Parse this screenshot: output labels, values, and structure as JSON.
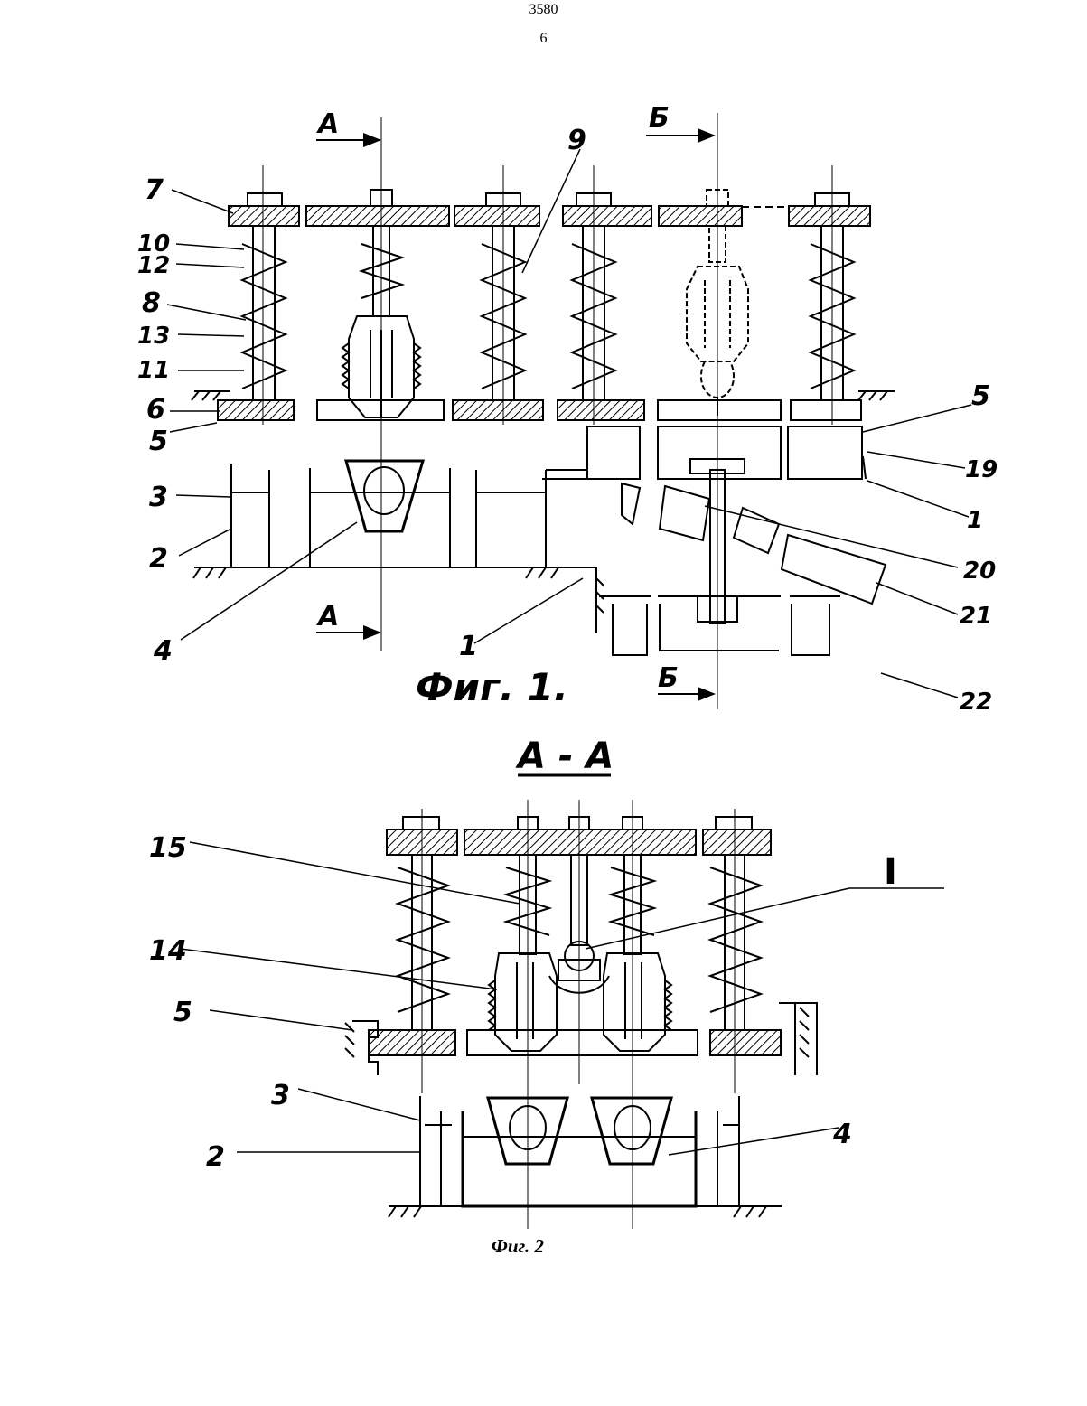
{
  "header": {
    "page_ref": "3580",
    "page_number": "6"
  },
  "figure1": {
    "caption": "Фиг. 1.",
    "section_marks": {
      "a": "А",
      "b": "Б"
    },
    "labels": {
      "l7": "7",
      "l10": "10",
      "l12": "12",
      "l8": "8",
      "l13": "13",
      "l11": "11",
      "l6": "6",
      "l5": "5",
      "l3": "3",
      "l2": "2",
      "l4": "4",
      "l1": "1",
      "l9": "9",
      "l5r": "5",
      "l19": "19",
      "l1r": "1",
      "l20": "20",
      "l21": "21",
      "l22": "22"
    }
  },
  "figure2": {
    "section_title": "А - А",
    "caption": "Фиг. 2",
    "labels": {
      "l15": "15",
      "l14": "14",
      "l5": "5",
      "l3": "3",
      "l2": "2",
      "l4": "4",
      "lI": "I"
    }
  }
}
